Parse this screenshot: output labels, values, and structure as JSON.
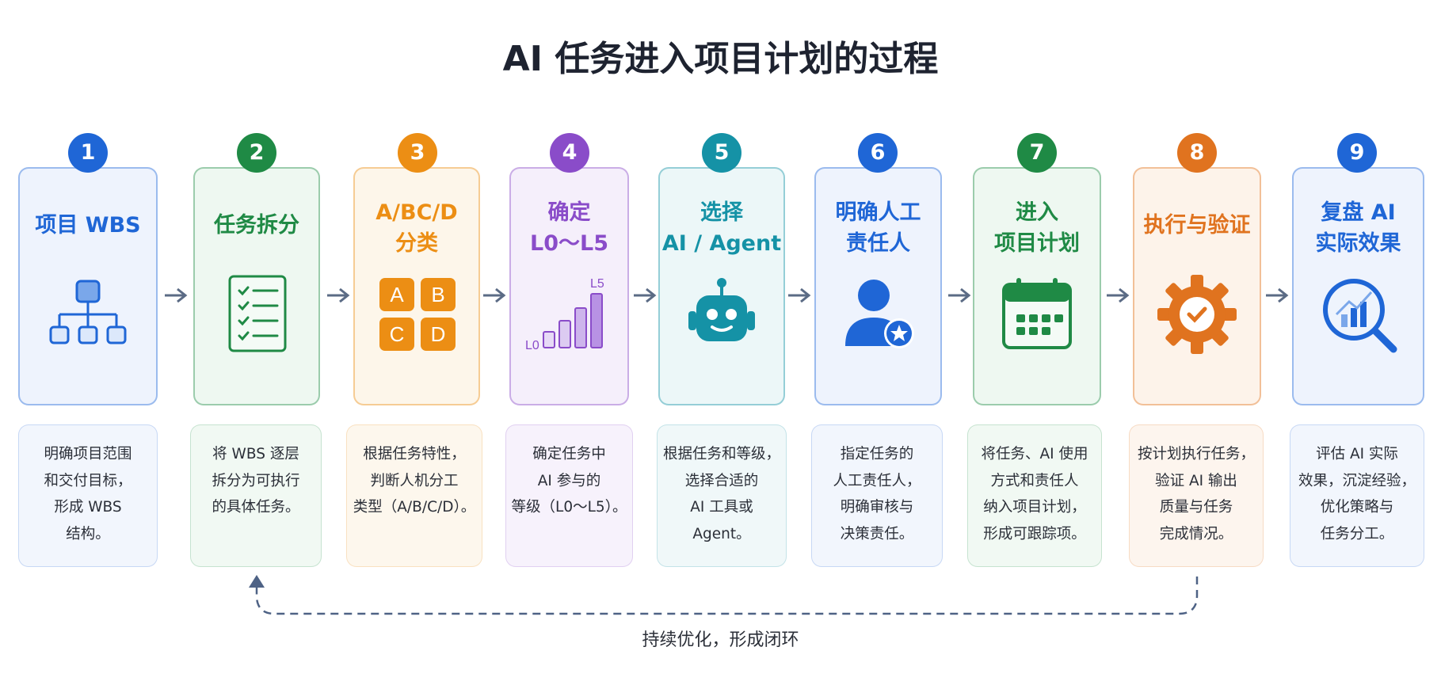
{
  "title": "AI 任务进入项目计划的过程",
  "steps": [
    {
      "number": "1",
      "title_lines": [
        "项目 WBS"
      ],
      "desc_lines": [
        "明确项目范围",
        "和交付目标，",
        "形成 WBS",
        "结构。"
      ],
      "color": "#1f66d6",
      "icon": "hierarchy-icon"
    },
    {
      "number": "2",
      "title_lines": [
        "任务拆分"
      ],
      "desc_lines": [
        "将 WBS 逐层",
        "拆分为可执行",
        "的具体任务。"
      ],
      "color": "#1f8a45",
      "icon": "checklist-icon"
    },
    {
      "number": "3",
      "title_lines": [
        "A/BC/D",
        "分类"
      ],
      "desc_lines": [
        "根据任务特性，",
        "判断人机分工",
        "类型（A/B/C/D）。"
      ],
      "color": "#ec8e14",
      "icon": "abcd-grid-icon",
      "grid_letters": [
        "A",
        "B",
        "C",
        "D"
      ]
    },
    {
      "number": "4",
      "title_lines": [
        "确定",
        "L0～L5"
      ],
      "desc_lines": [
        "确定任务中",
        "AI 参与的",
        "等级（L0～L5）。"
      ],
      "color": "#8a4cc9",
      "icon": "level-bars-icon",
      "level_min": "L0",
      "level_max": "L5"
    },
    {
      "number": "5",
      "title_lines": [
        "选择",
        "AI / Agent"
      ],
      "desc_lines": [
        "根据任务和等级，",
        "选择合适的",
        "AI 工具或",
        "Agent。"
      ],
      "color": "#1592a6",
      "icon": "robot-icon"
    },
    {
      "number": "6",
      "title_lines": [
        "明确人工",
        "责任人"
      ],
      "desc_lines": [
        "指定任务的",
        "人工责任人，",
        "明确审核与",
        "决策责任。"
      ],
      "color": "#1f66d6",
      "icon": "user-star-icon"
    },
    {
      "number": "7",
      "title_lines": [
        "进入",
        "项目计划"
      ],
      "desc_lines": [
        "将任务、AI 使用",
        "方式和责任人",
        "纳入项目计划，",
        "形成可跟踪项。"
      ],
      "color": "#1f8a45",
      "icon": "calendar-icon"
    },
    {
      "number": "8",
      "title_lines": [
        "执行与验证"
      ],
      "desc_lines": [
        "按计划执行任务，",
        "验证 AI 输出",
        "质量与任务",
        "完成情况。"
      ],
      "color": "#e0731f",
      "icon": "gear-check-icon"
    },
    {
      "number": "9",
      "title_lines": [
        "复盘 AI",
        "实际效果"
      ],
      "desc_lines": [
        "评估 AI 实际",
        "效果，沉淀经验，",
        "优化策略与",
        "任务分工。"
      ],
      "color": "#1f66d6",
      "icon": "magnify-chart-icon"
    }
  ],
  "loop_label": "持续优化，形成闭环"
}
